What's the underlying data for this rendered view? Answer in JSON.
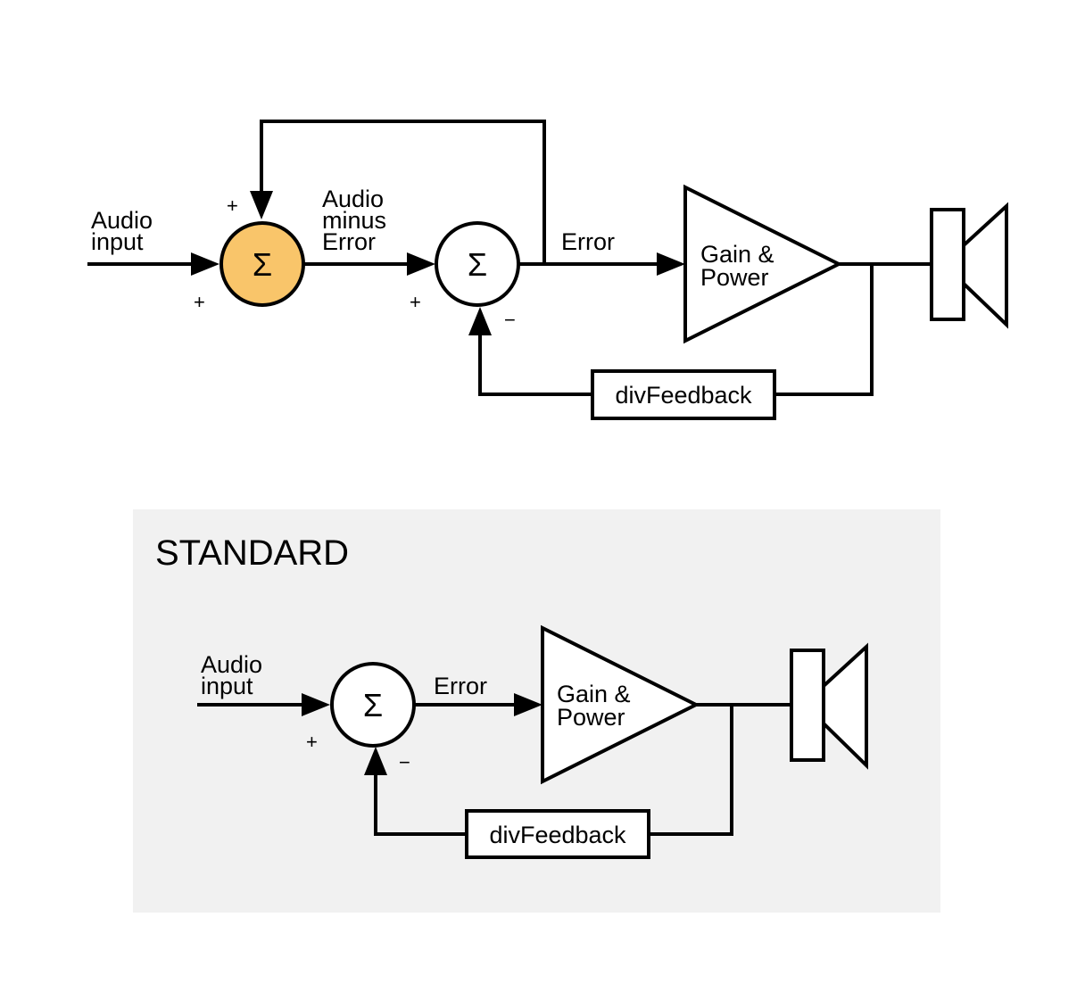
{
  "colors": {
    "stroke": "#000000",
    "highlight": "#F9C56A",
    "panel_bg": "#F1F1F1",
    "background": "#FFFFFF"
  },
  "top": {
    "audio_input": [
      "Audio",
      "input"
    ],
    "sum_symbol": "Σ",
    "plus": "+",
    "minus": "−",
    "audio_minus_error": [
      "Audio",
      "minus",
      "Error"
    ],
    "error": "Error",
    "gain_power": [
      "Gain &",
      "Power"
    ],
    "feedback": "divFeedback"
  },
  "standard": {
    "title": "STANDARD",
    "audio_input": [
      "Audio",
      "input"
    ],
    "sum_symbol": "Σ",
    "plus": "+",
    "minus": "−",
    "error": "Error",
    "gain_power": [
      "Gain &",
      "Power"
    ],
    "feedback": "divFeedback"
  }
}
